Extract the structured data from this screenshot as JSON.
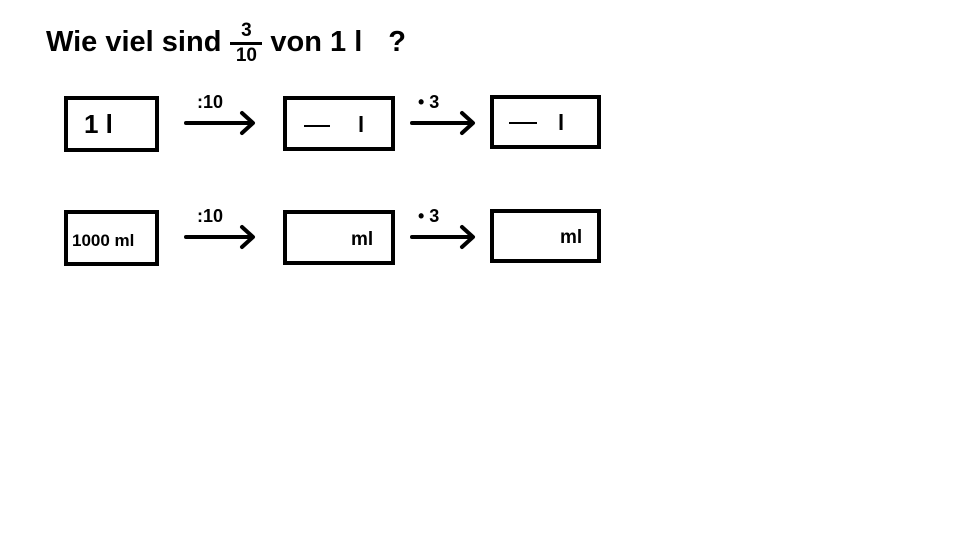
{
  "question": {
    "prefix": "Wie viel sind",
    "numerator": "3",
    "denominator": "10",
    "suffix": "von 1 l",
    "question_mark": "?"
  },
  "row_liters": {
    "start_value": "1 l",
    "op_divide": ":10",
    "mid_unit": "l",
    "op_multiply": "• 3",
    "end_unit": "l"
  },
  "row_milliliters": {
    "start_value": "1000 ml",
    "op_divide": ":10",
    "mid_unit": "ml",
    "op_multiply": "• 3",
    "end_unit": "ml"
  }
}
